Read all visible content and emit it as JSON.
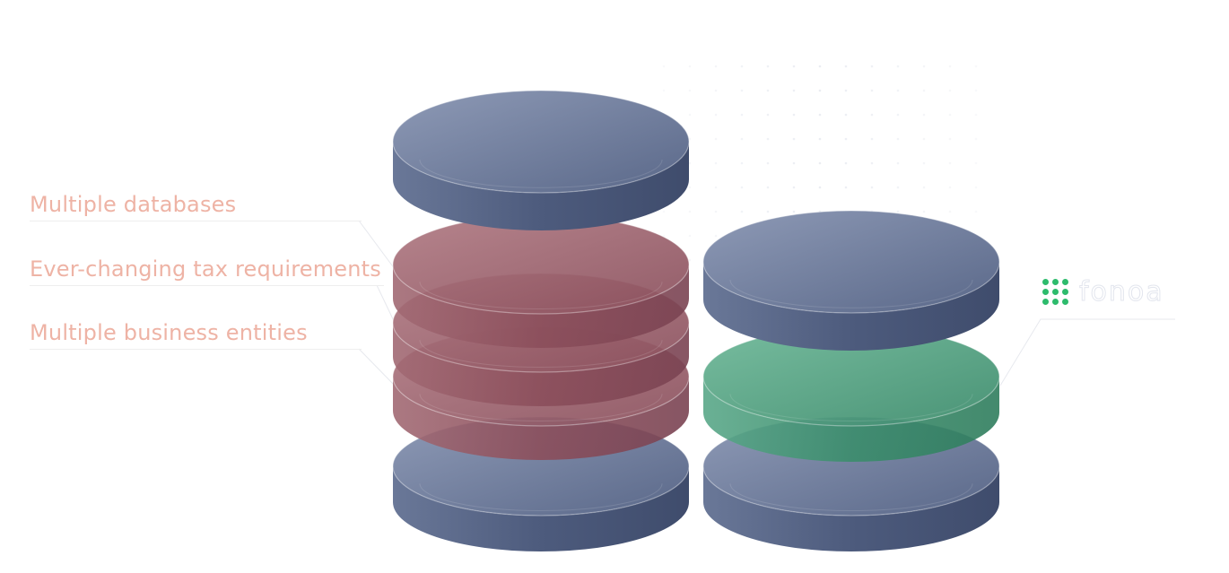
{
  "labels": [
    {
      "text": "Multiple databases"
    },
    {
      "text": "Ever-changing tax requirements"
    },
    {
      "text": "Multiple business entities"
    }
  ],
  "brand": {
    "name": "fonoa",
    "icon": "fonoa-dots-logo-icon"
  },
  "colors": {
    "label_text": "#eeb3a5",
    "db_blue_top": "#7d8aa8",
    "db_blue_side": "#4a5878",
    "db_red_side": "#8f4f5c",
    "db_red_top": "#a7646f",
    "db_green_side": "#3f8f6e",
    "db_green_top": "#4fa37f",
    "brand_green": "#2dbb6c",
    "dot_grid": "#dde1ea"
  }
}
